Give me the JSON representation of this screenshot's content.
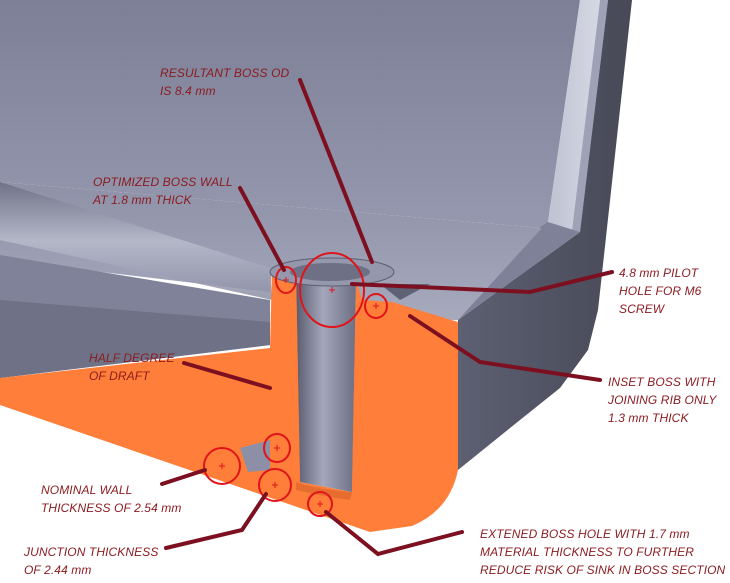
{
  "colors": {
    "label_text": "#8b1a1f",
    "leader_line": "#7d1020",
    "callout_circle": "#e0141a",
    "section_cut": "#ff7e3a",
    "part_surface": "#8c8fa8",
    "part_shadow": "#4c4e5c"
  },
  "annotations": [
    {
      "id": "resultant-boss-od",
      "lines": [
        "RESULTANT BOSS OD",
        "IS 8.4 mm"
      ]
    },
    {
      "id": "optimized-boss-wall",
      "lines": [
        "OPTIMIZED BOSS WALL",
        "AT 1.8 mm THICK"
      ]
    },
    {
      "id": "pilot-hole",
      "lines": [
        "4.8 mm PILOT",
        "HOLE FOR M6",
        "SCREW"
      ]
    },
    {
      "id": "half-degree-draft",
      "lines": [
        "HALF DEGREE",
        "OF DRAFT"
      ]
    },
    {
      "id": "inset-boss-rib",
      "lines": [
        "INSET BOSS WITH",
        "JOINING RIB ONLY",
        "1.3 mm THICK"
      ]
    },
    {
      "id": "nominal-wall",
      "lines": [
        "NOMINAL WALL",
        "THICKNESS OF 2.54 mm"
      ]
    },
    {
      "id": "junction-thickness",
      "lines": [
        "JUNCTION THICKNESS",
        "OF 2.44 mm"
      ]
    },
    {
      "id": "extended-boss-hole",
      "lines": [
        "EXTENED BOSS HOLE WITH 1.7 mm",
        "MATERIAL THICKNESS TO FURTHER",
        "REDUCE RISK OF SINK IN BOSS SECTION"
      ]
    }
  ]
}
